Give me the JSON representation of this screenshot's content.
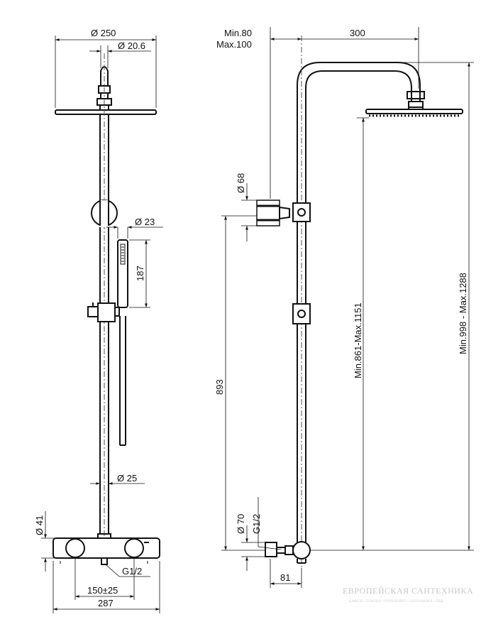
{
  "dimensions": {
    "head_diameter": "Ø 250",
    "arm_tube_diameter": "Ø 20.6",
    "hand_shower_diameter": "Ø 23",
    "hand_shower_length": "187",
    "riser_diameter": "Ø 25",
    "mixer_body_diameter": "Ø 41",
    "inlet_thread_front": "G1/2",
    "inlet_spacing": "150±25",
    "mixer_width": "287",
    "arm_offset_min": "Min.80",
    "arm_offset_max": "Max.100",
    "arm_projection": "300",
    "wall_bracket_diameter": "Ø 68",
    "bracket_height": "893",
    "rail_height_range": "Min.861-Max.1151",
    "total_height_range": "Min.998 - Max.1288",
    "escutcheon_diameter": "Ø 70",
    "inlet_thread_side": "G1/2",
    "wall_to_center": "81"
  },
  "watermark": {
    "title": "ЕВРОПЕЙСКАЯ САНТЕХНИКА",
    "tagline": "КАФЕЛЬ • ПЛИТКА • ОТОПЛЕНИЕ • САНТЕХНИКА • ЕЩЕ"
  }
}
